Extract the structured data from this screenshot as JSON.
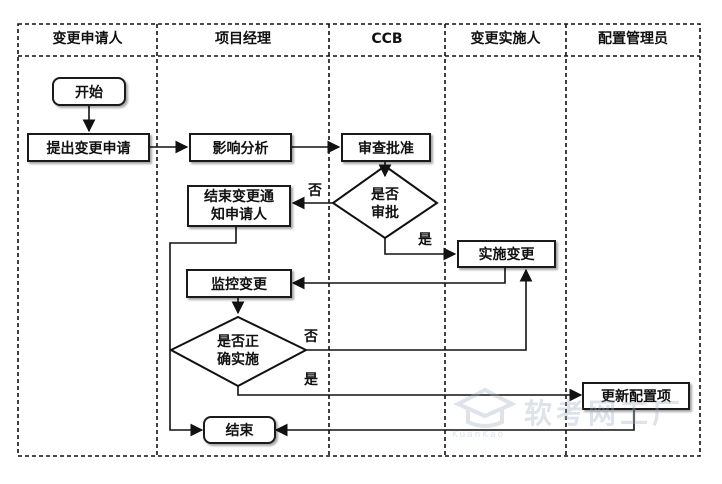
{
  "lanes": [
    "变更申请人",
    "项目经理",
    "CCB",
    "变更实施人",
    "配置管理员"
  ],
  "nodes": {
    "start": "开始",
    "submit": "提出变更申请",
    "impact": "影响分析",
    "review": "审查批准",
    "approve_q": [
      "是否",
      "审批"
    ],
    "notify": [
      "结束变更通",
      "知申请人"
    ],
    "implement": "实施变更",
    "monitor": "监控变更",
    "correct_q": [
      "是否正",
      "确实施"
    ],
    "update_config": "更新配置项",
    "end": "结束"
  },
  "edge_labels": {
    "approve_no": "否",
    "approve_yes": "是",
    "correct_no": "否",
    "correct_yes": "是"
  },
  "watermark": {
    "text": "软考网工厂",
    "sub": "KuanKao",
    "color": "#9fb0c0"
  }
}
